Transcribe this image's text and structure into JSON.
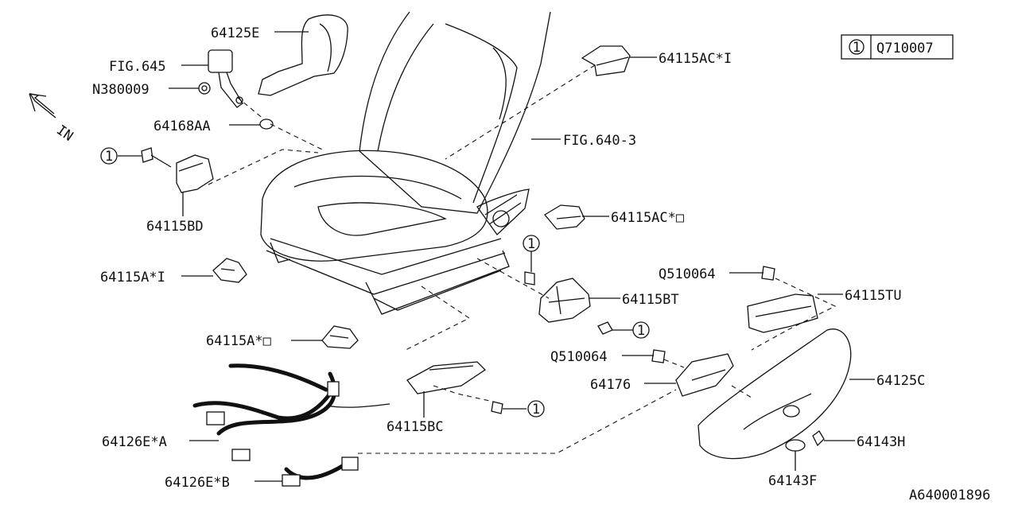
{
  "legend": {
    "marker": "1",
    "code": "Q710007"
  },
  "direction": {
    "label": "IN"
  },
  "callouts": {
    "c64125E": "64125E",
    "fig645": "FIG.645",
    "n380009": "N380009",
    "c64168AA": "64168AA",
    "c64115BD": "64115BD",
    "c64115AI": "64115A*I",
    "c64115AII": "64115A*□",
    "c64126EA": "64126E*A",
    "c64126EB": "64126E*B",
    "c64115BC": "64115BC",
    "c64115ACI": "64115AC*I",
    "fig640": "FIG.640-3",
    "c64115ACII": "64115AC*□",
    "q510064a": "Q510064",
    "c64115TU": "64115TU",
    "c64115BT": "64115BT",
    "q510064b": "Q510064",
    "c64176": "64176",
    "c64125C": "64125C",
    "c64143H": "64143H",
    "c64143F": "64143F",
    "ref1": "1",
    "ref2": "1",
    "ref3": "1",
    "ref4": "1"
  },
  "diagram_id": "A640001896"
}
